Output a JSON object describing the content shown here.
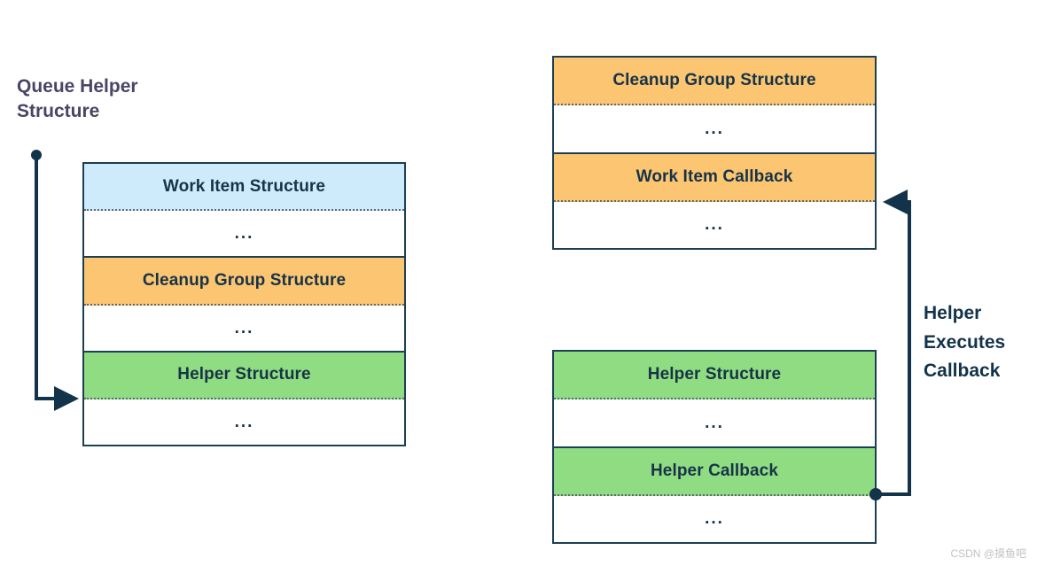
{
  "title": "Queue Helper\nStructure",
  "annotation": "Helper\nExecutes\nCallback",
  "watermark": "CSDN @摸鱼吧",
  "ellipsis": "...",
  "colors": {
    "blue_fill": "#cdebfb",
    "orange_fill": "#fbc571",
    "green_fill": "#90dc82",
    "border": "#1d3f54",
    "row_text": "#173348",
    "title_text": "#4a4466",
    "annotation_text": "#123349",
    "connector": "#123349"
  },
  "tables": {
    "queue_helper_structure": {
      "name": "Queue Helper Structure",
      "groups": [
        {
          "header": "Work Item Structure",
          "fill": "blue",
          "body": "..."
        },
        {
          "header": "Cleanup Group Structure",
          "fill": "orange",
          "body": "..."
        },
        {
          "header": "Helper Structure",
          "fill": "green",
          "body": "..."
        }
      ]
    },
    "cleanup_group_structure": {
      "name": "Cleanup Group Structure",
      "groups": [
        {
          "header": "Cleanup Group Structure",
          "fill": "orange",
          "body": "..."
        },
        {
          "header": "Work Item Callback",
          "fill": "orange",
          "body": "..."
        }
      ]
    },
    "helper_structure": {
      "name": "Helper Structure",
      "groups": [
        {
          "header": "Helper Structure",
          "fill": "green",
          "body": "..."
        },
        {
          "header": "Helper Callback",
          "fill": "green",
          "body": "..."
        }
      ]
    }
  }
}
